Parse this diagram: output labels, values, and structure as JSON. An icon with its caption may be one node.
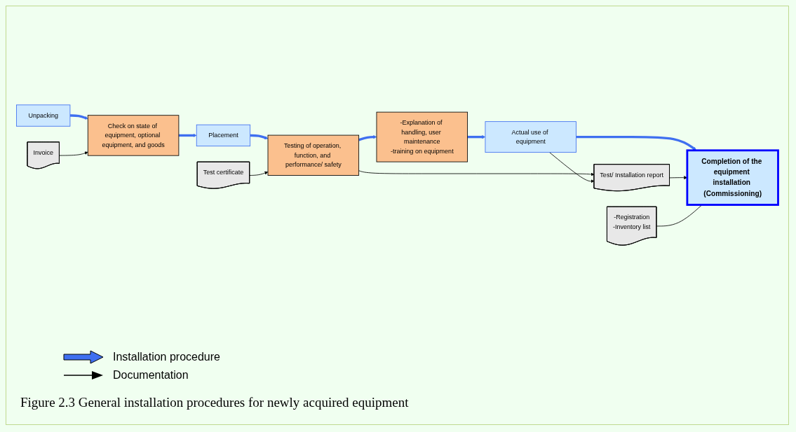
{
  "diagram": {
    "caption": "Figure 2.3 General installation procedures for newly acquired equipment",
    "nodes": [
      {
        "text": [
          "Unpacking"
        ]
      },
      {
        "text": [
          "Check on state of equipment, optional equipment, and goods"
        ]
      },
      {
        "text": [
          "Placement"
        ]
      },
      {
        "text": [
          "Testing of operation, function, and performance/ safety"
        ]
      },
      {
        "text": [
          "-Explanation of handling, user maintenance",
          "-training on equipment"
        ]
      },
      {
        "text": [
          "Invoice"
        ]
      },
      {
        "text": [
          "Test certificate"
        ]
      },
      {
        "text": [
          "Test/ Installation report"
        ]
      },
      {
        "text": [
          "Actual use of equipment"
        ]
      },
      {
        "text": [
          "-Registration",
          "-Inventory list"
        ]
      },
      {
        "text": [
          "Completion of the equipment installation (Commissioning)"
        ]
      }
    ],
    "edges": [
      {
        "from": 0,
        "to": 1,
        "arrow": "to",
        "style": "thick",
        "color": "#3f6ff0"
      },
      {
        "from": 1,
        "to": 2,
        "arrow": "to",
        "style": "thick",
        "color": "#3f6ff0"
      },
      {
        "from": 2,
        "to": 3,
        "arrow": "to",
        "style": "thick",
        "color": "#3f6ff0"
      },
      {
        "from": 3,
        "to": 4,
        "arrow": "to",
        "style": "thick",
        "color": "#3f6ff0"
      },
      {
        "from": 5,
        "to": 1,
        "arrow": "to",
        "color": "#000000"
      },
      {
        "from": 6,
        "to": 3,
        "arrow": "to",
        "color": "#000000"
      },
      {
        "from": 3,
        "to": 7,
        "arrow": "to",
        "color": "#000000"
      },
      {
        "from": 4,
        "to": 8,
        "arrow": "to",
        "style": "thick",
        "color": "#3f6ff0"
      },
      {
        "from": 8,
        "to": 7,
        "arrow": "to",
        "color": "#000000"
      },
      {
        "from": 8,
        "to": 10,
        "arrow": "to",
        "style": "thick",
        "color": "#3f6ff0"
      },
      {
        "from": 7,
        "to": 10,
        "arrow": "to",
        "color": "#000000"
      },
      {
        "from": 9,
        "to": 10,
        "arrow": "none",
        "color": "#000000"
      }
    ],
    "legend": [
      {
        "text": "Installation procedure"
      },
      {
        "text": "Documentation"
      }
    ]
  }
}
